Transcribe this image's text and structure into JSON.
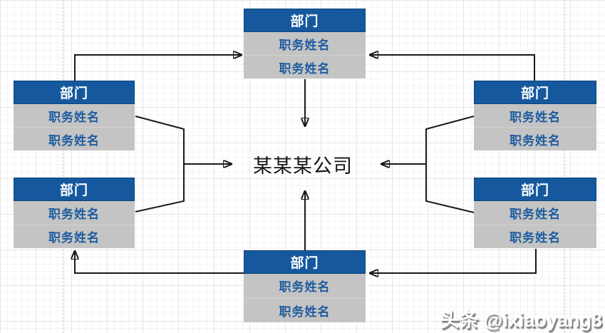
{
  "diagram": {
    "center_label": "某某某公司",
    "boxes": [
      {
        "id": "top-center",
        "header": "部门",
        "rows": [
          "职务姓名",
          "职务姓名"
        ]
      },
      {
        "id": "left-top",
        "header": "部门",
        "rows": [
          "职务姓名",
          "职务姓名"
        ]
      },
      {
        "id": "left-bottom",
        "header": "部门",
        "rows": [
          "职务姓名",
          "职务姓名"
        ]
      },
      {
        "id": "right-top",
        "header": "部门",
        "rows": [
          "职务姓名",
          "职务姓名"
        ]
      },
      {
        "id": "right-bottom",
        "header": "部门",
        "rows": [
          "职务姓名",
          "职务姓名"
        ]
      },
      {
        "id": "bottom-center",
        "header": "部门",
        "rows": [
          "职务姓名",
          "职务姓名"
        ]
      }
    ]
  },
  "watermark": {
    "text": "头条 @ixiaoyang8"
  },
  "colors": {
    "header_bg": "#15589E",
    "header_border": "#0D4478",
    "body_bg": "#C4C4C4",
    "row_text": "#1E5C9F",
    "header_text": "#FFFFFF",
    "connector": "#1A1A1A",
    "center_text": "#141414",
    "grid_minor": "#F4F4F4",
    "grid_major": "#E6E6E6"
  }
}
